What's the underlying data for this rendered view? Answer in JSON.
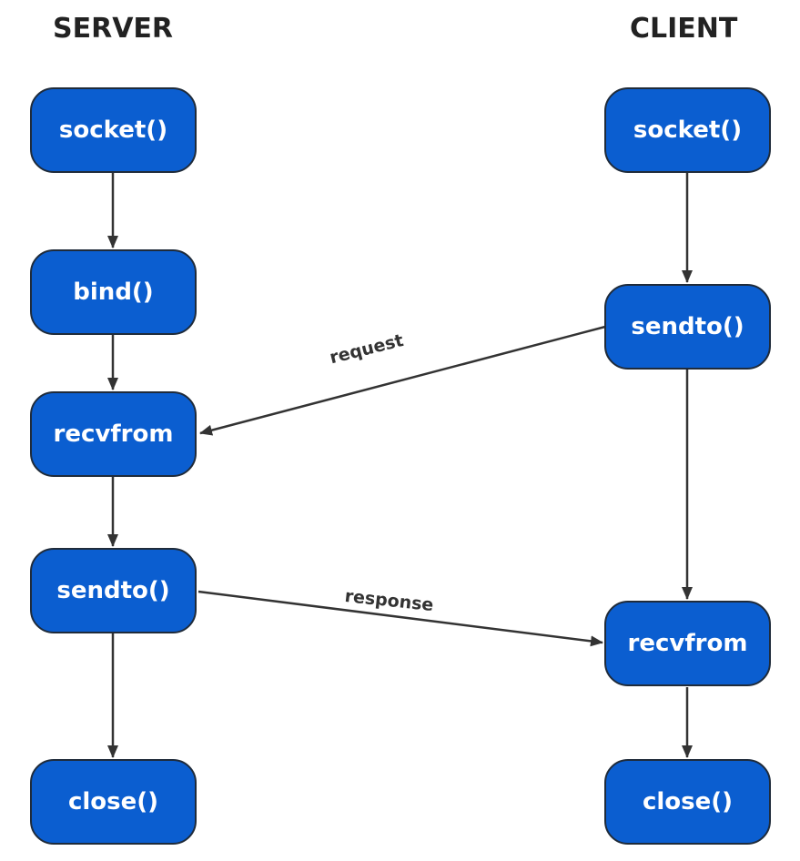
{
  "server": {
    "title": "SERVER",
    "nodes": [
      "socket()",
      "bind()",
      "recvfrom",
      "sendto()",
      "close()"
    ]
  },
  "client": {
    "title": "CLIENT",
    "nodes": [
      "socket()",
      "sendto()",
      "recvfrom",
      "close()"
    ]
  },
  "messages": {
    "request": "request",
    "response": "response"
  },
  "colors": {
    "node_fill": "#0b5ed0",
    "node_border": "#1f2b3a",
    "node_text": "#ffffff",
    "arrow": "#333333"
  }
}
